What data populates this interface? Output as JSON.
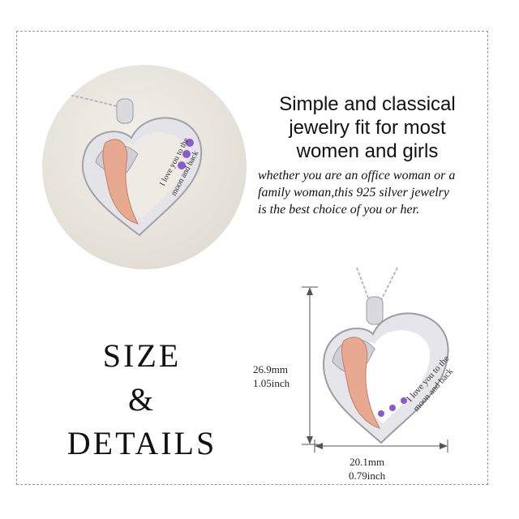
{
  "headline": {
    "line1": "Simple and classical",
    "line2": "jewelry fit for most",
    "line3": "women and girls"
  },
  "description": {
    "line1": "whether you are an office woman or a",
    "line2": "family woman,this 925 silver jewelry",
    "line3": "is the best choice of you or her."
  },
  "size_block": {
    "line1": "SIZE",
    "line2": "&",
    "line3": "DETAILS"
  },
  "engraving": {
    "line1": "I love you to the",
    "line2": "moon and back"
  },
  "dimensions": {
    "height_mm": "26.9mm",
    "height_inch": "1.05inch",
    "width_mm": "20.1mm",
    "width_inch": "0.79inch"
  },
  "colors": {
    "silver": "#d9d9de",
    "rose_gold": "#e7a98f",
    "amethyst": "#8a5cc9",
    "border": "#9a9a9a"
  }
}
